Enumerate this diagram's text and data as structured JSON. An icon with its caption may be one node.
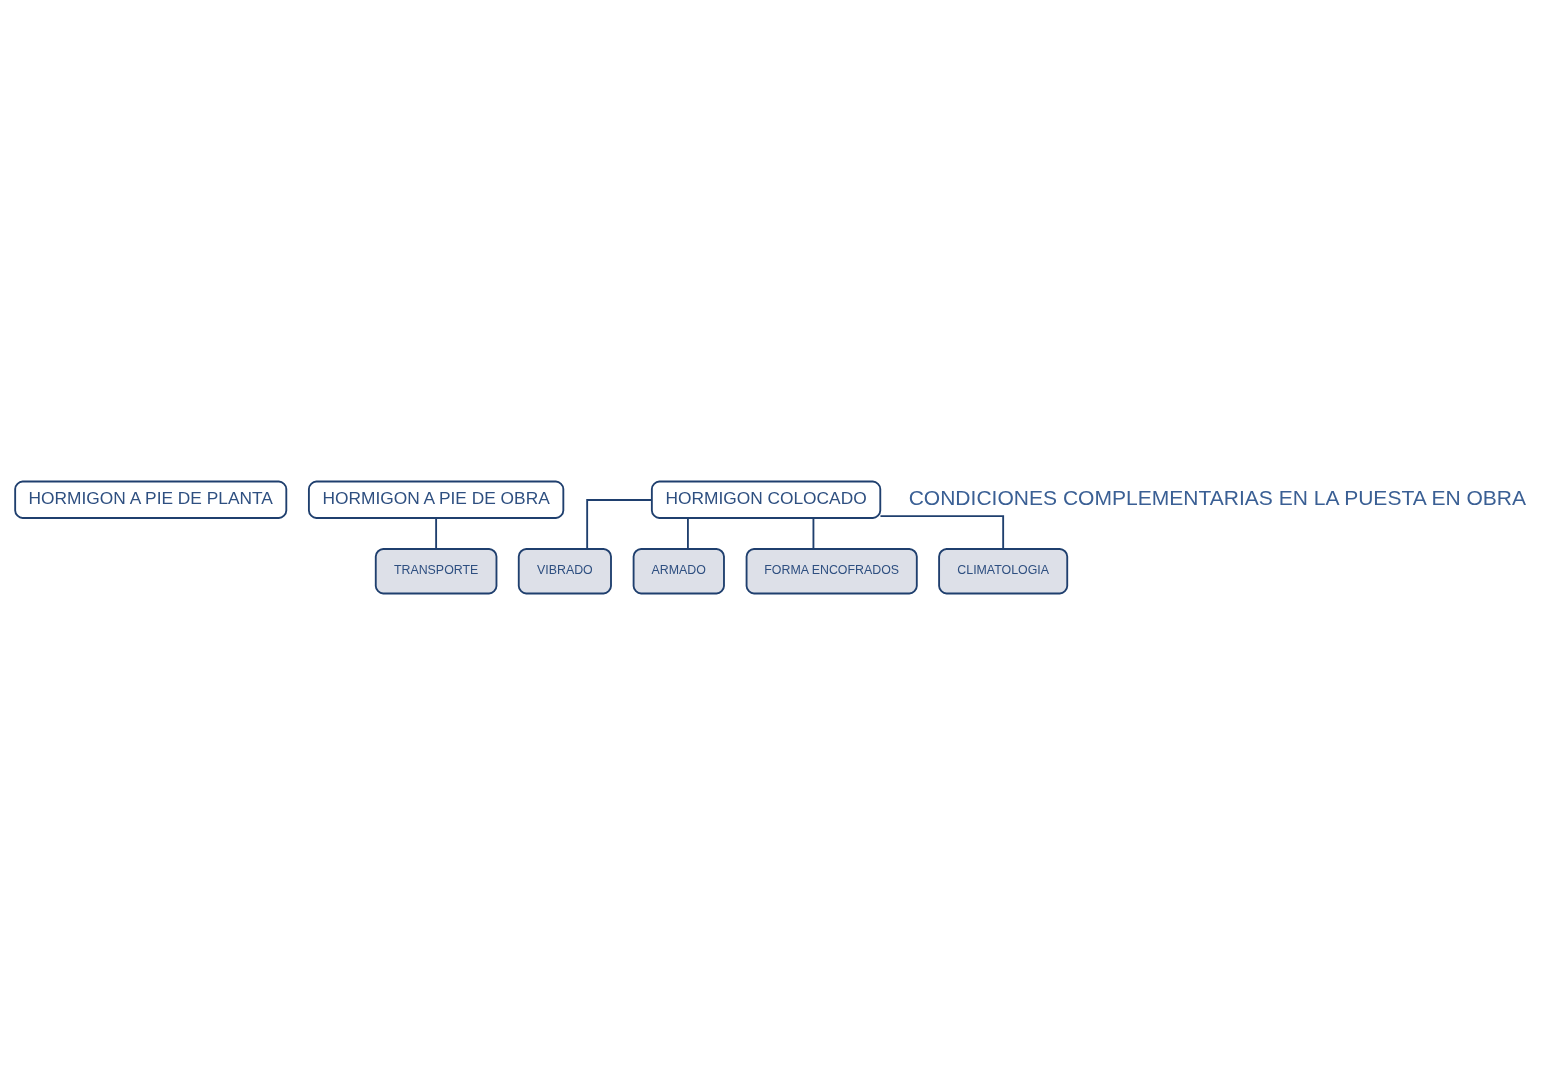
{
  "diagram": {
    "nodes": [
      {
        "text": [
          "HORMIGON A PIE DE PLANTA"
        ]
      },
      {
        "text": [
          "HORMIGON A PIE DE OBRA"
        ]
      },
      {
        "text": [
          "HORMIGON COLOCADO"
        ]
      },
      {
        "text": [
          "TRANSPORTE"
        ]
      },
      {
        "text": [
          "VIBRADO"
        ]
      },
      {
        "text": [
          "ARMADO"
        ]
      },
      {
        "text": [
          "FORMA ENCOFRADOS"
        ]
      },
      {
        "text": [
          "CLIMATOLOGIA"
        ]
      }
    ],
    "edges": [
      {
        "from": 1,
        "to": 3,
        "arrow": "none"
      },
      {
        "from": 2,
        "to": 4,
        "arrow": "none"
      },
      {
        "from": 2,
        "to": 5,
        "arrow": "none"
      },
      {
        "from": 2,
        "to": 6,
        "arrow": "none"
      },
      {
        "from": 2,
        "to": 7,
        "arrow": "none"
      }
    ],
    "labels": [
      "CONDICIONES COMPLEMENTARIAS EN LA PUESTA EN OBRA"
    ]
  }
}
